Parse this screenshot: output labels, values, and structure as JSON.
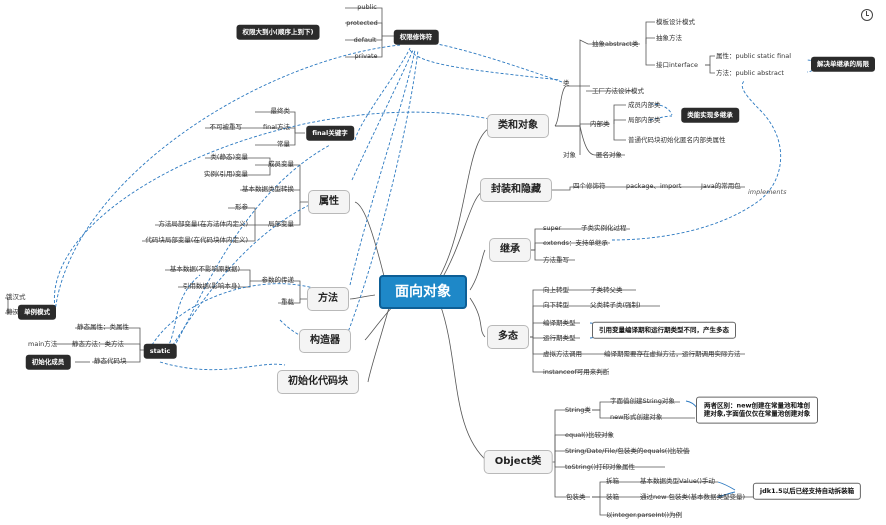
{
  "central": "面向对象",
  "branches": {
    "class_object": "类和对象",
    "encapsulation": "封装和隐藏",
    "inheritance": "继承",
    "polymorphism": "多态",
    "object_class": "Object类",
    "init_block": "初始化代码块",
    "constructor": "构造器",
    "method": "方法",
    "attribute": "属性",
    "final_kw": "final关键字",
    "access_mod": "权限修饰符",
    "static": "static",
    "singleton": "单例模式"
  },
  "access": {
    "order": "权限大到小(顺序上到下)",
    "items": [
      "public",
      "protected",
      "default",
      "private"
    ]
  },
  "class_part": {
    "class_label": "类",
    "abstract_class": "抽象abstract类",
    "template": "模板设计模式",
    "abstract_method": "抽象方法",
    "interface": "接口interface",
    "attr": "属性：public static final",
    "method": "方法：public abstract",
    "multi_inherit": "解决单继承的局限",
    "factory": "工厂方法设计模式",
    "inner_class": "内部类",
    "member_inner": "成员内部类",
    "local_inner": "局部内部类",
    "anon_inner": "普通代码块初始化匿名内部类属性",
    "multi_impl": "类能实现多继承",
    "object_label": "对象",
    "anon_object": "匿名对象"
  },
  "encap": {
    "modifiers": "四个修饰符",
    "pkg": "package、import",
    "common_pkg": "Java的常用包",
    "implements": "implements"
  },
  "inherit": {
    "super": "super",
    "super_desc": "子类实例化过程",
    "extends": "extends：支持单继承",
    "override": "方法重写"
  },
  "poly": {
    "upcast": "向上转型",
    "upcast_desc": "子类转父类",
    "downcast": "向下转型",
    "downcast_desc": "父类转子类(强制)",
    "compile_type": "编译期类型",
    "runtime_type": "运行期类型",
    "diff_note": "引用变量编译期和运行期类型不同，产生多态",
    "virtual": "虚拟方法调用",
    "virtual_desc": "编译期需要存在虚拟方法，运行期调用实际方法",
    "instanceof": "instanceof可用来判断"
  },
  "obj": {
    "string_cls": "String类",
    "literal": "字面值创建String对象",
    "new_str": "new形式创建对象",
    "string_note": "两者区别：new创建在常量池和堆创建对象,字面值仅仅在常量池创建对象",
    "equals": "equal()比较对象",
    "equals_override": "String/Date/File/包装类的equals()比较值",
    "tostring": "toString()打印对象属性",
    "wrapper": "包装类",
    "unbox": "拆箱",
    "unbox_desc": "基本数据类型Value()手动",
    "box": "装箱",
    "box_desc": "通过new 包装类(基本数据类型变量)",
    "parseint": "以integer.parseInt()为例",
    "jdk_note": "jdk1.5以后已经支持自动拆装箱"
  },
  "final": {
    "final_class": "最终类",
    "no_override": "不可被重写",
    "final_method": "final方法",
    "constant": "常量"
  },
  "attr": {
    "member_var": "成员变量",
    "class_var": "类(静态)变量",
    "instance_var": "实例(引用)变量",
    "primitive_conv": "基本数据类型转换",
    "local_var": "局部变量",
    "param": "形参",
    "method_local": "方法局部变量(在方法体内定义)",
    "block_local": "代码块局部变量(在代码块体内定义)"
  },
  "method_part": {
    "passing": "参数的传递",
    "primitive_pass": "基本数据(不影响原数据)",
    "reference_pass": "引用数据(影响本身)",
    "overload": "重载"
  },
  "static_part": {
    "hungry": "饿汉式",
    "lazy": "懒汉式",
    "static_attr": "静态属性：类属性",
    "main": "main方法",
    "static_method": "静态方法：类方法",
    "static_block": "静态代码块",
    "init_member": "初始化成员"
  }
}
